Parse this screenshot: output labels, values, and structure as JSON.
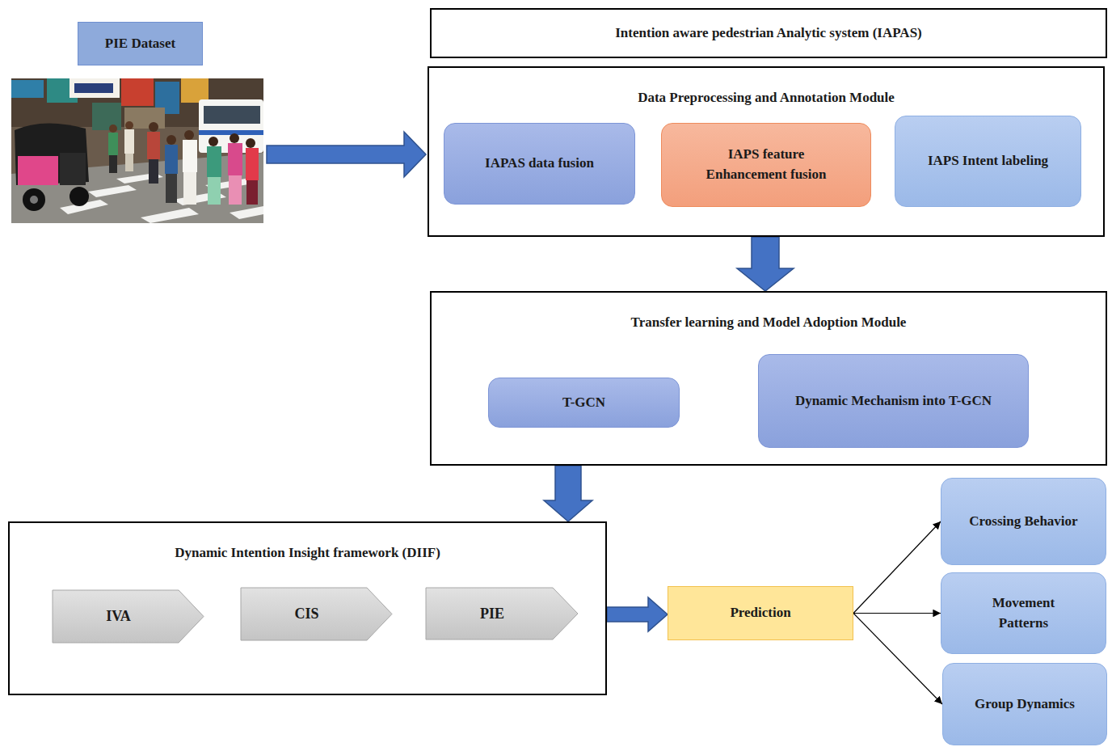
{
  "diagram": {
    "nodes": [
      {
        "text": [
          "PIE Dataset"
        ]
      },
      {
        "text": [
          "Intention aware pedestrian Analytic system (IAPAS)"
        ]
      },
      {
        "text": [
          "Data Preprocessing and Annotation Module"
        ]
      },
      {
        "text": [
          "IAPAS data fusion"
        ],
        "in": 2
      },
      {
        "text": [
          "IAPS feature Enhancement fusion"
        ],
        "in": 2
      },
      {
        "text": [
          "IAPS Intent labeling"
        ],
        "in": 2
      },
      {
        "text": [
          "Transfer learning and Model Adoption Module"
        ]
      },
      {
        "text": [
          "T-GCN"
        ],
        "in": 6
      },
      {
        "text": [
          "Dynamic Mechanism into T-GCN"
        ],
        "in": 6
      },
      {
        "text": [
          "Dynamic Intention Insight framework (DIIF)"
        ]
      },
      {
        "text": [
          "IVA"
        ],
        "in": 9
      },
      {
        "text": [
          "CIS"
        ],
        "in": 9
      },
      {
        "text": [
          "PIE"
        ],
        "in": 9
      },
      {
        "text": [
          "Prediction"
        ]
      },
      {
        "text": [
          "Crossing Behavior"
        ]
      },
      {
        "text": [
          "Movement Patterns"
        ]
      },
      {
        "text": [
          "Group Dynamics"
        ]
      }
    ],
    "edges": [
      {
        "from": 2,
        "to": 6,
        "arrow": "to"
      },
      {
        "from": 6,
        "to": 9,
        "arrow": "to"
      },
      {
        "from": 7,
        "to": 8,
        "arrow": "to"
      },
      {
        "from": 9,
        "to": 13,
        "arrow": "to"
      },
      {
        "from": 13,
        "to": 14,
        "arrow": "to"
      },
      {
        "from": 13,
        "to": 15,
        "arrow": "to"
      },
      {
        "from": 13,
        "to": 16,
        "arrow": "to"
      }
    ]
  }
}
